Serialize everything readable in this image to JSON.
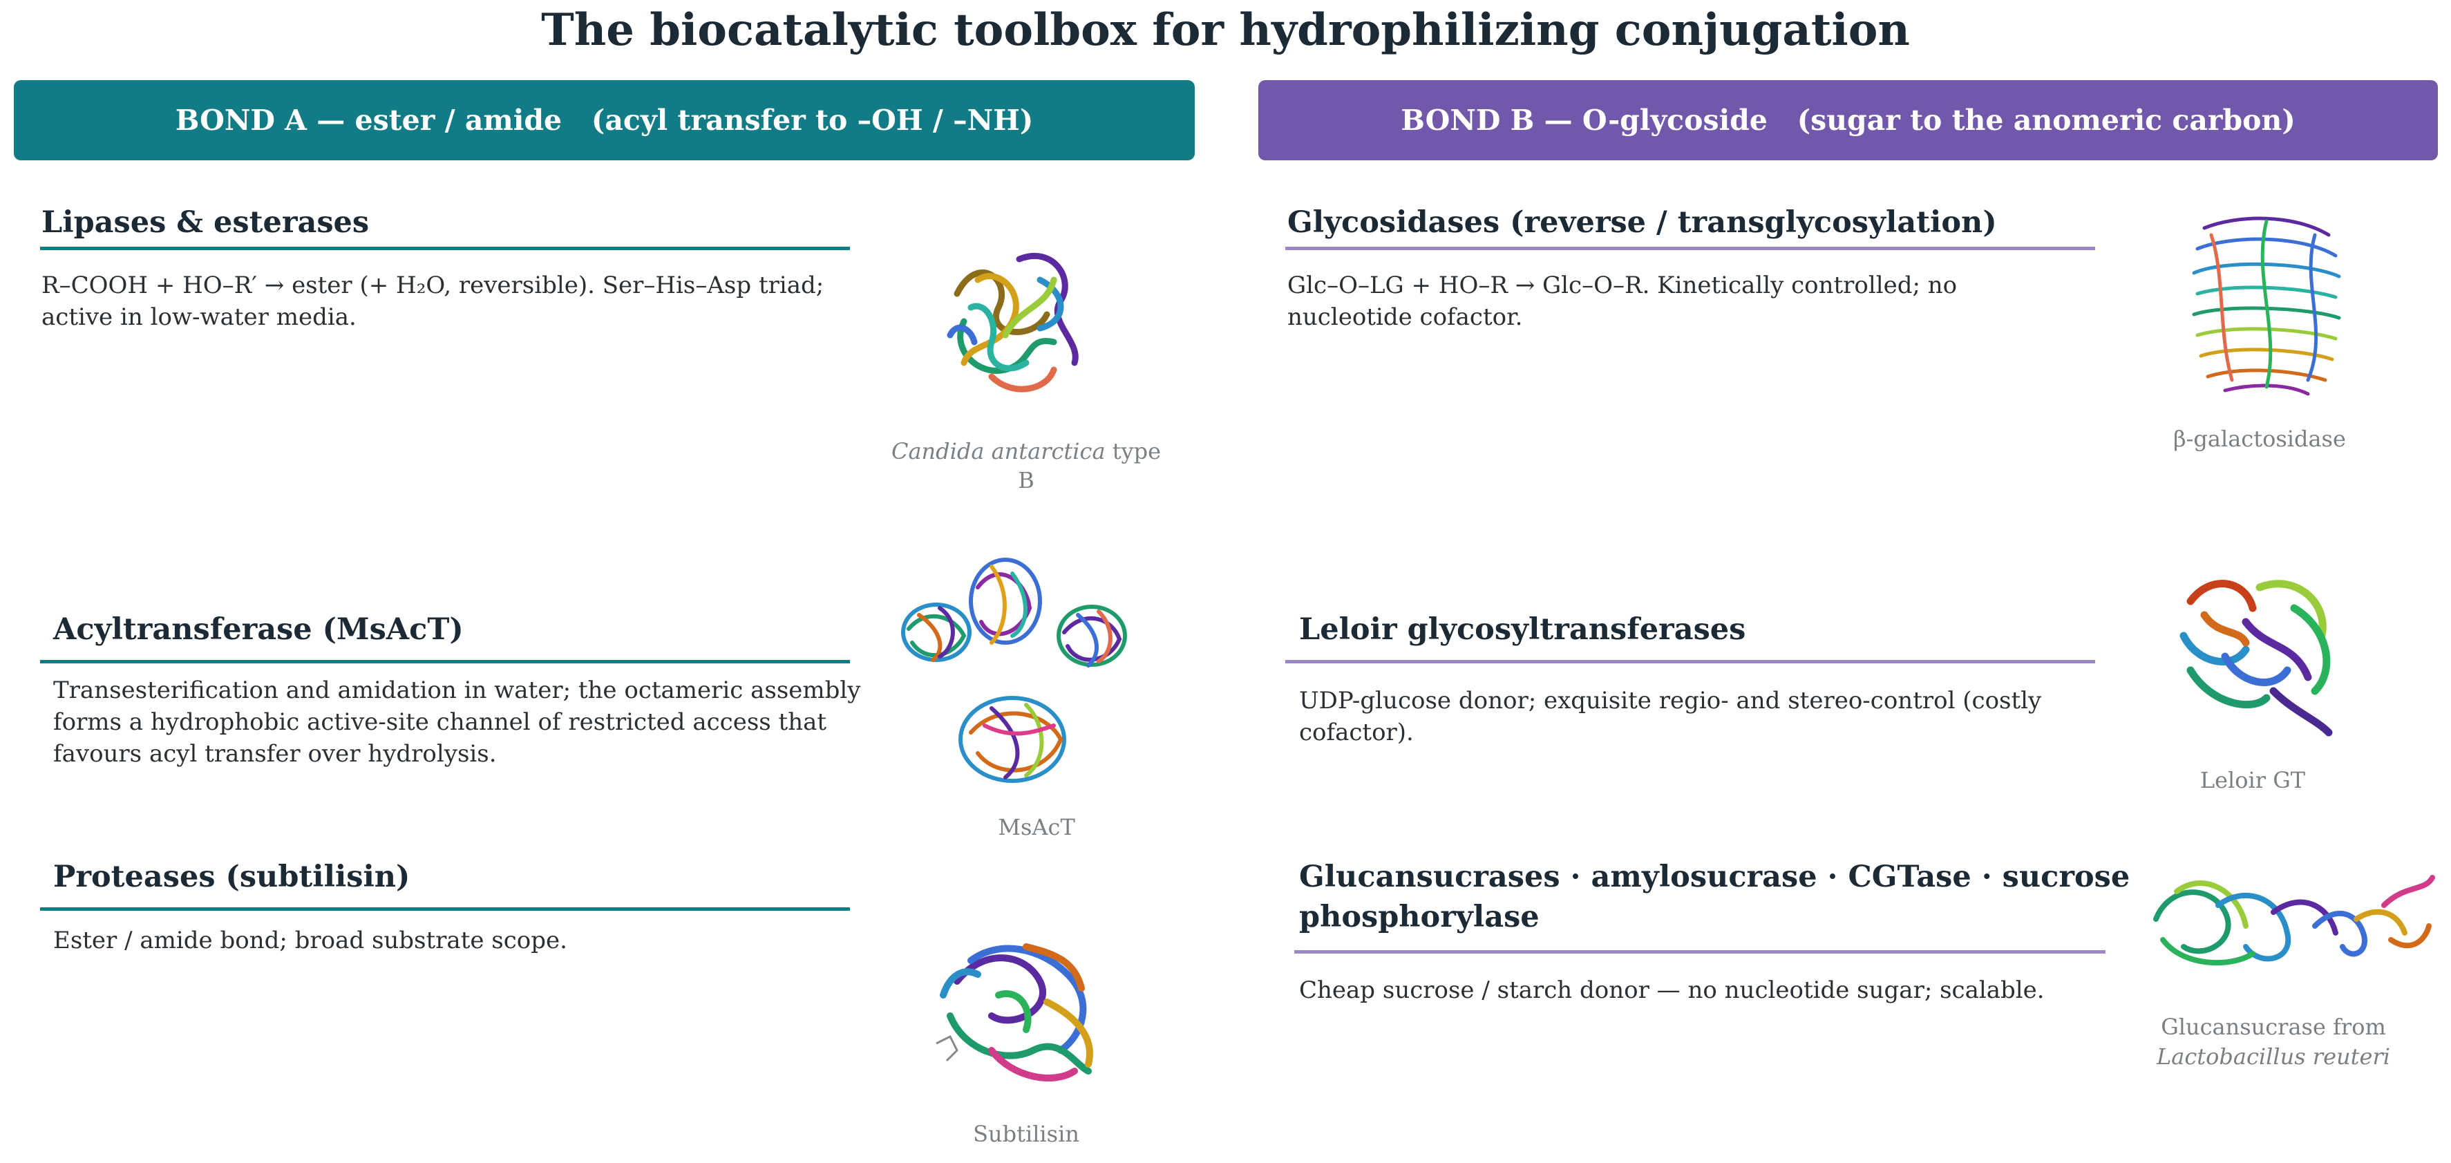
{
  "title": "The biocatalytic toolbox for hydrophilizing conjugation",
  "bond_a": {
    "header": "BOND A — ester / amide   (acyl transfer to –OH / –NH)",
    "color": "#127c86",
    "sections": [
      {
        "heading": "Lipases & esterases",
        "description": "R–COOH + HO–R′ → ester (+ H₂O, reversible).  Ser–His–Asp triad; active in low-water media.",
        "caption_italic": "Candida antarctica",
        "caption_rest": " type B"
      },
      {
        "heading": "Acyltransferase (MsAcT)",
        "description": "Transesterification and amidation in water; the octameric assembly forms a hydrophobic active-site channel of restricted access that favours acyl transfer over hydrolysis.",
        "caption": "MsAcT"
      },
      {
        "heading": "Proteases (subtilisin)",
        "description": "Ester / amide bond; broad substrate scope.",
        "caption": "Subtilisin"
      }
    ]
  },
  "bond_b": {
    "header": "BOND B — O-glycoside   (sugar to the anomeric carbon)",
    "color": "#7258aa",
    "sections": [
      {
        "heading": "Glycosidases (reverse / transglycosylation)",
        "description": "Glc–O–LG + HO–R → Glc–O–R.  Kinetically controlled; no nucleotide cofactor.",
        "caption": "β-galactosidase"
      },
      {
        "heading": "Leloir glycosyltransferases",
        "description": "UDP-glucose donor; exquisite regio- and stereo-control (costly cofactor).",
        "caption": "Leloir GT"
      },
      {
        "heading_line1": "Glucansucrases · amylosucrase · CGTase · sucrose",
        "heading_line2": "phosphorylase",
        "description": "Cheap sucrose / starch donor — no nucleotide sugar; scalable.",
        "caption_line1": "Glucansucrase from",
        "caption_line2": "Lactobacillus reuteri"
      }
    ]
  }
}
